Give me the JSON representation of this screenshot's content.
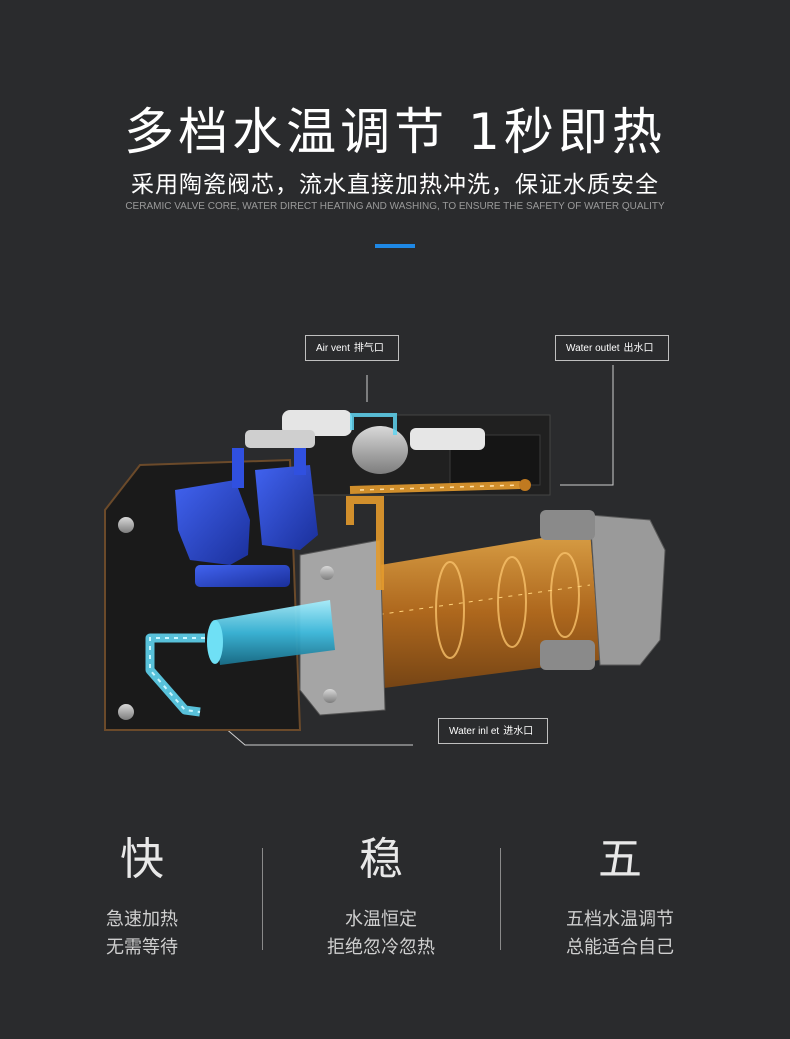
{
  "header": {
    "title": "多档水温调节 1秒即热",
    "subtitle": "采用陶瓷阀芯，流水直接加热冲洗，保证水质安全",
    "subtitle_en": "CERAMIC VALVE CORE, WATER DIRECT HEATING AND WASHING, TO ENSURE THE SAFETY OF WATER QUALITY",
    "accent_color": "#1e88e5"
  },
  "callouts": {
    "air_vent": {
      "en": "Air vent",
      "cn": "排气口"
    },
    "water_outlet": {
      "en": "Water outlet",
      "cn": "出水口"
    },
    "water_inlet": {
      "en": "Water inl et",
      "cn": "进水口"
    }
  },
  "features": [
    {
      "big": "快",
      "line1": "急速加热",
      "line2": "无需等待"
    },
    {
      "big": "稳",
      "line1": "水温恒定",
      "line2": "拒绝忽冷忽热"
    },
    {
      "big": "五",
      "line1": "五档水温调节",
      "line2": "总能适合自己"
    }
  ],
  "colors": {
    "background": "#2a2b2d",
    "hot_water": "#e39a2c",
    "cold_water": "#5fd4f0",
    "valve_blue": "#2544c9"
  }
}
